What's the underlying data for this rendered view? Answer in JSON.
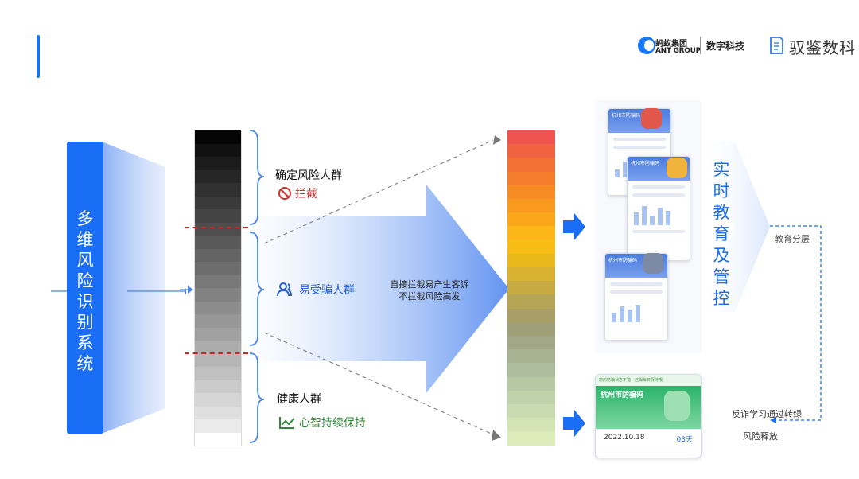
{
  "header": {
    "ant_group_cn": "蚂蚁集团",
    "ant_group_en": "ANT GROUP",
    "digital_tech": "数字科技",
    "shujian": "驭鉴数科"
  },
  "left_system": {
    "label_chars": [
      "多",
      "维",
      "风",
      "险",
      "识",
      "别",
      "系",
      "统"
    ]
  },
  "gradient_bar": {
    "cells": [
      "#050505",
      "#111111",
      "#1c1c1c",
      "#262626",
      "#303030",
      "#3a3a3a",
      "#444444",
      "#4e4e4e",
      "#595959",
      "#636363",
      "#6d6d6d",
      "#787878",
      "#828282",
      "#8c8c8c",
      "#979797",
      "#a1a1a1",
      "#acacac",
      "#b6b6b6",
      "#c1c1c1",
      "#cbcbcb",
      "#d5d5d5",
      "#dfdfdf",
      "#eaeaea",
      "#ffffff"
    ]
  },
  "groups": {
    "high": {
      "title": "确定风险人群",
      "action": "拦截",
      "action_color": "#d32f2f"
    },
    "mid": {
      "title": "易受骗人群",
      "color": "#2a5fd6"
    },
    "healthy": {
      "title": "健康人群",
      "action": "心智持续保持",
      "action_color": "#2e8b3a"
    }
  },
  "middle_note": {
    "line1": "直接拦截易产生客诉",
    "line2": "不拦截风险高发"
  },
  "color_bar": {
    "cells": [
      "#ef5350",
      "#f06240",
      "#f27034",
      "#f47e2c",
      "#f78c25",
      "#f99a1f",
      "#fba71a",
      "#fcb617",
      "#f7bd14",
      "#e9b91c",
      "#d8b230",
      "#c7ab42",
      "#b6a554",
      "#a99f66",
      "#9f9f78",
      "#a2a887",
      "#a7b393",
      "#aebd9d",
      "#b7c8a4",
      "#c0d2aa",
      "#c9dbb0",
      "#d3e4b5",
      "#dcecba"
    ]
  },
  "phones": {
    "city_title": "杭州市防骗码",
    "date": "2022.10.18",
    "days": "03天",
    "tip": "您的防骗状态不错，还需每日保持哦"
  },
  "right": {
    "title_chars": [
      "实",
      "时",
      "教",
      "育",
      "及",
      "管",
      "控"
    ],
    "edu_layer": "教育分层",
    "fraud_learning": "反诈学习通过转绿",
    "risk_release": "风险释放",
    "accent": "#1a6ef5"
  }
}
